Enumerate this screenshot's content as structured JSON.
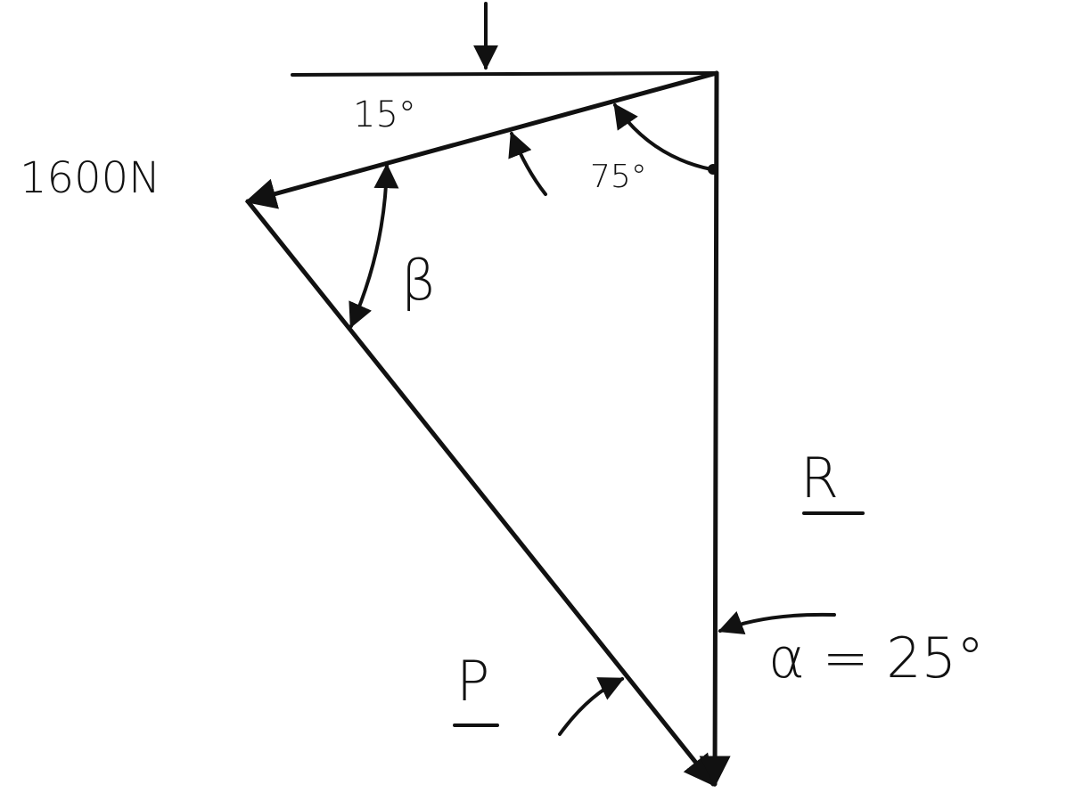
{
  "diagram": {
    "labels": {
      "force": "1600N",
      "angle_top": "15°",
      "angle_right": "75°",
      "beta": "β",
      "r": "R",
      "p": "P",
      "alpha": "α = 25°"
    }
  }
}
